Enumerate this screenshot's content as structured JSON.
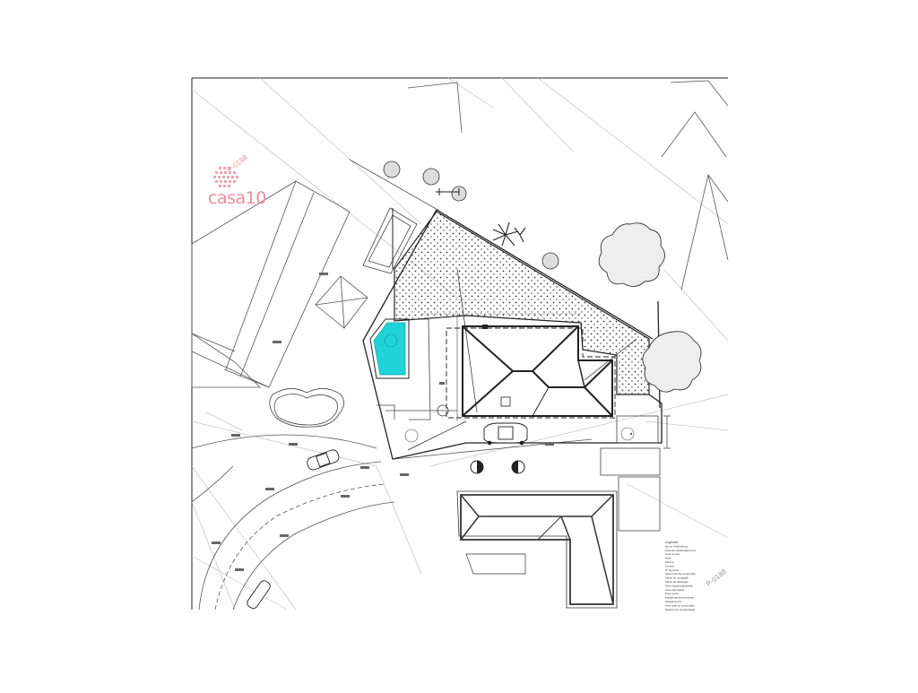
{
  "watermark": {
    "brand": "casa10",
    "color": "#e8909a"
  },
  "colors": {
    "pool": "#1fd3d9",
    "line": "#222222",
    "light_line": "#b5b5b5",
    "hatch_dot": "#333333"
  },
  "plan": {
    "stamp_left": "P-0188",
    "stamp_right": "P-0188",
    "legend_lines": [
      "Legenda",
      "Nome / Referência",
      "Área de implantação (m²)",
      "Área do lote",
      "Área",
      "Piscina",
      "Cércea",
      "Nº de pisos",
      "Área bruta de construção",
      "Índice de ocupação",
      "Índice de utilização",
      "Área impermeabilizada",
      "Área permeável",
      "Área verde",
      "Estacionamento privado",
      "Afastamentos",
      "Área total de construção",
      "Sistema de coordenadas"
    ]
  }
}
